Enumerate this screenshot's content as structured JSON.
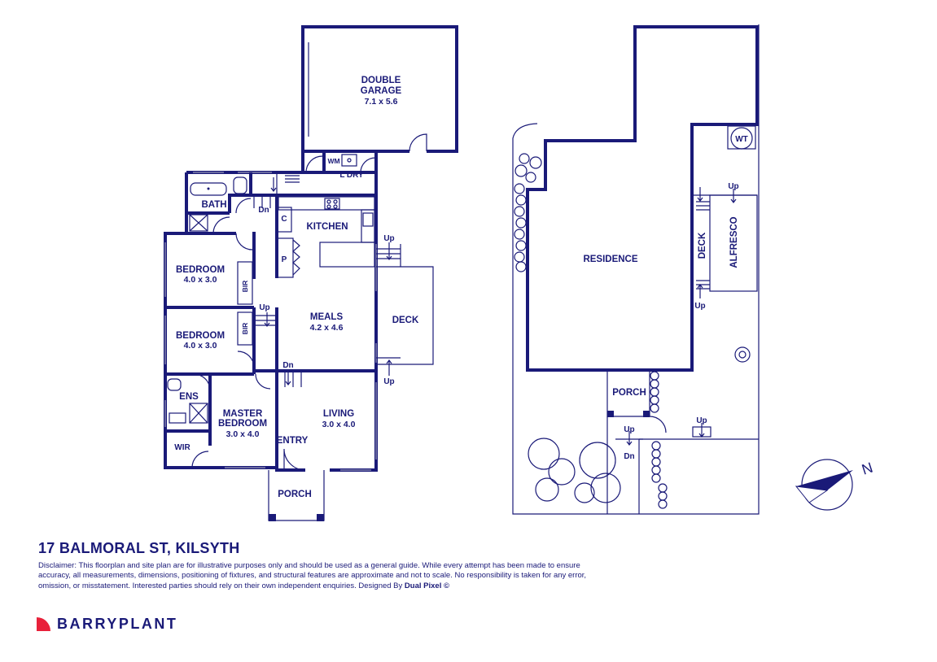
{
  "rooms": {
    "double_garage": {
      "name_1": "DOUBLE",
      "name_2": "GARAGE",
      "size": "7.1 x 5.6"
    },
    "wm": "WM",
    "laundry": "L'DRY",
    "bath": "BATH",
    "kitchen": "KITCHEN",
    "cupboard": "C",
    "pantry": "P",
    "bedroom_1": {
      "name": "BEDROOM",
      "size": "4.0 x 3.0"
    },
    "bedroom_2": {
      "name": "BEDROOM",
      "size": "4.0 x 3.0"
    },
    "bir": "BIR",
    "meals": {
      "name": "MEALS",
      "size": "4.2 x 4.6"
    },
    "deck": "DECK",
    "ensuite": "ENS",
    "master_bedroom": {
      "name_1": "MASTER",
      "name_2": "BEDROOM",
      "size": "3.0 x 4.0"
    },
    "wir": "WIR",
    "living": {
      "name": "LIVING",
      "size": "3.0 x 4.0"
    },
    "entry": "ENTRY",
    "porch": "PORCH"
  },
  "stairs": {
    "up": "Up",
    "down": "Dn"
  },
  "site": {
    "residence": "RESIDENCE",
    "deck": "DECK",
    "alfresco": "ALFRESCO",
    "water_tank": "WT",
    "porch": "PORCH"
  },
  "compass": {
    "north_label": "N"
  },
  "address": "17 BALMORAL ST, KILSYTH",
  "disclaimer": {
    "text": "Disclaimer: This floorplan and site plan are for illustrative purposes only and should be used as a general guide. While every attempt has been made to ensure accuracy, all measurements, dimensions, positioning of fixtures, and structural features are approximate and not to scale. No responsibility is taken for any error, omission, or misstatement. Interested parties should rely on their own independent enquiries. Designed By",
    "designer": "Dual Pixel ©"
  },
  "brand": {
    "name": "BARRYPLANT",
    "accent_color": "#e8213a",
    "text_color": "#1a1a78"
  }
}
